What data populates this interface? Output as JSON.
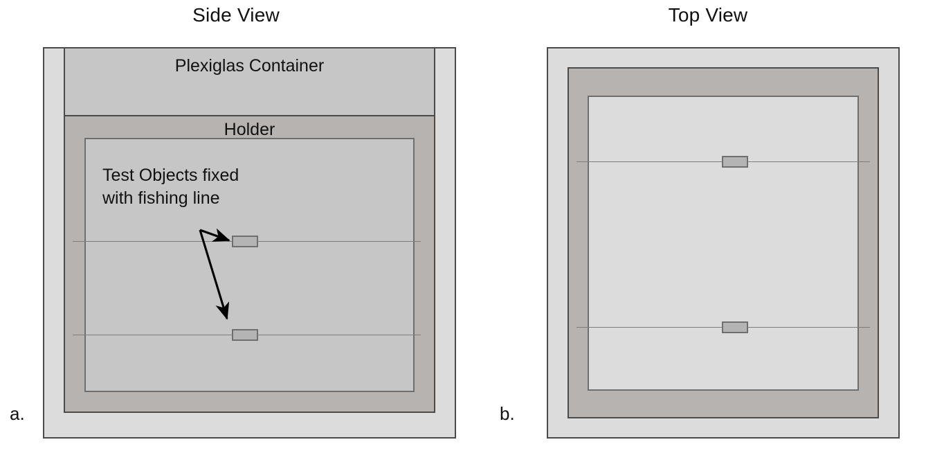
{
  "figure": {
    "type": "technical-schematic",
    "description": "Two-panel schematic of an experimental setup: side view and top view of a Plexiglas container with a holder and test objects fixed with fishing line."
  },
  "panels": [
    {
      "id": "side",
      "letter": "a.",
      "title": "Side View",
      "labels": {
        "container": "Plexiglas Container",
        "holder": "Holder",
        "test_objects": "Test Objects fixed\nwith fishing line"
      },
      "test_object_count": 2,
      "fishing_line_count": 2
    },
    {
      "id": "top",
      "letter": "b.",
      "title": "Top View",
      "labels": {},
      "test_object_count": 2,
      "fishing_line_count": 2
    }
  ],
  "annotations": {
    "arrow_count": 2,
    "arrow_target_upper": "upper test object",
    "arrow_target_lower": "lower test object"
  },
  "colors": {
    "background": "#ffffff",
    "outer_shell": "#dcdcdc",
    "container_fill": "#c6c6c6",
    "holder_fill": "#b6b3b0",
    "inner_cavity_side": "#c6c6c6",
    "inner_cavity_top": "#dcdcdc",
    "test_object_fill": "#b4b4b4",
    "stroke_dark": "#4a4a4a",
    "stroke_mid": "#6e6e6e",
    "fishing_line": "#7d7d7d",
    "text": "#111111"
  }
}
